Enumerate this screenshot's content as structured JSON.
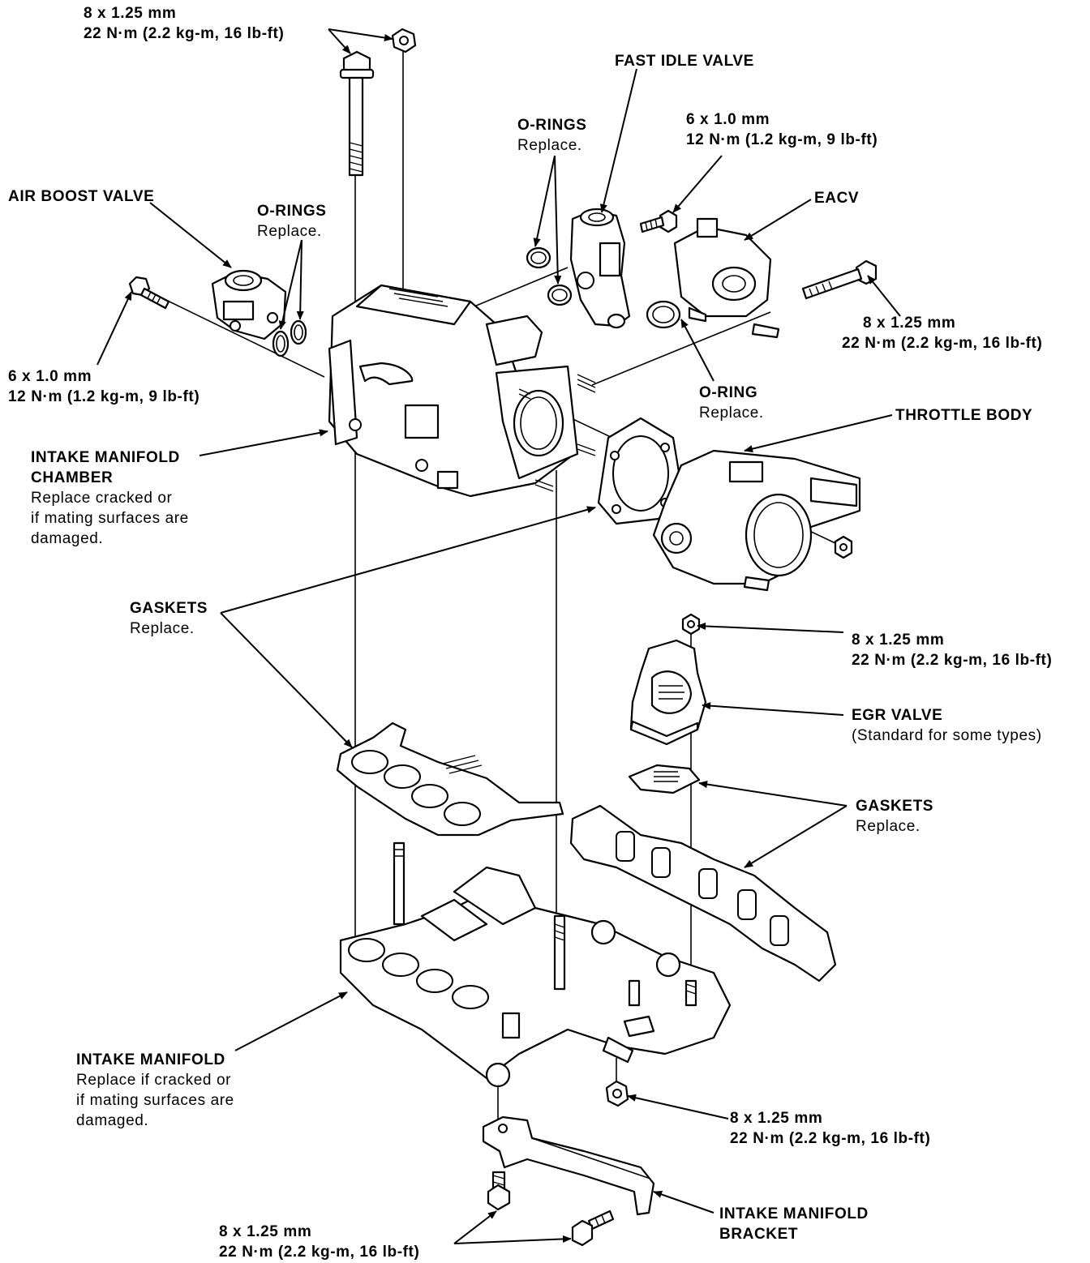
{
  "labels": {
    "bolt_top": {
      "title": "8 x 1.25 mm",
      "spec": "22 N·m (2.2 kg-m, 16 lb-ft)"
    },
    "fast_idle_valve": {
      "title": "FAST IDLE VALVE"
    },
    "orings_top": {
      "title": "O-RINGS",
      "note": "Replace."
    },
    "bolt_fast_idle": {
      "title": "6 x 1.0 mm",
      "spec": "12 N·m (1.2 kg-m, 9 lb-ft)"
    },
    "air_boost_valve": {
      "title": "AIR BOOST VALVE"
    },
    "orings_left": {
      "title": "O-RINGS",
      "note": "Replace."
    },
    "eacv": {
      "title": "EACV"
    },
    "bolt_eacv": {
      "title": "8 x 1.25 mm",
      "spec": "22 N·m (2.2 kg-m, 16 lb-ft)"
    },
    "bolt_air_boost": {
      "title": "6 x 1.0 mm",
      "spec": "12 N·m (1.2 kg-m, 9 lb-ft)"
    },
    "oring_right": {
      "title": "O-RING",
      "note": "Replace."
    },
    "throttle_body": {
      "title": "THROTTLE BODY"
    },
    "intake_manifold_chamber": {
      "title_1": "INTAKE MANIFOLD",
      "title_2": "CHAMBER",
      "note_1": "Replace cracked or",
      "note_2": "if mating surfaces are",
      "note_3": "damaged."
    },
    "gaskets_left": {
      "title": "GASKETS",
      "note": "Replace."
    },
    "nut_egr": {
      "title": "8 x 1.25 mm",
      "spec": "22 N·m (2.2 kg-m, 16 lb-ft)"
    },
    "egr_valve": {
      "title": "EGR VALVE",
      "note": "(Standard for some types)"
    },
    "gaskets_right": {
      "title": "GASKETS",
      "note": "Replace."
    },
    "intake_manifold": {
      "title": "INTAKE MANIFOLD",
      "note_1": "Replace if cracked or",
      "note_2": "if mating surfaces are",
      "note_3": "damaged."
    },
    "nut_manifold": {
      "title": "8 x 1.25 mm",
      "spec": "22 N·m (2.2 kg-m, 16 lb-ft)"
    },
    "bolt_bracket": {
      "title": "8 x 1.25 mm",
      "spec": "22 N·m (2.2 kg-m, 16 lb-ft)"
    },
    "intake_manifold_bracket": {
      "title_1": "INTAKE MANIFOLD",
      "title_2": "BRACKET"
    }
  },
  "colors": {
    "line": "#000000",
    "background": "#ffffff"
  }
}
